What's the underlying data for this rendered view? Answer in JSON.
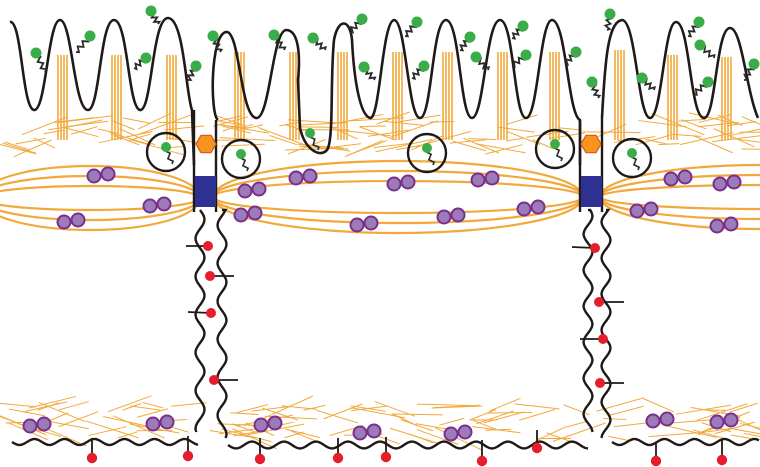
{
  "colors": {
    "membrane": "#1f1a17",
    "actin": "#f2a93b",
    "glycan": "#3aad48",
    "tether": "#2a2a2a",
    "myosin_fill": "#9b7bb8",
    "myosin_stroke": "#7a2f8c",
    "junction": "#2e3192",
    "linker": "#f7941d",
    "linker_stroke": "#d4561c",
    "marker": "#e41e2b"
  },
  "icons": {
    "glycan": "green-dot-icon",
    "linker": "orange-hexagon-icon",
    "myosin": "purple-double-ring-icon",
    "marker": "red-dot-icon"
  },
  "cells": [
    "left-cell",
    "middle-cell",
    "right-cell"
  ]
}
